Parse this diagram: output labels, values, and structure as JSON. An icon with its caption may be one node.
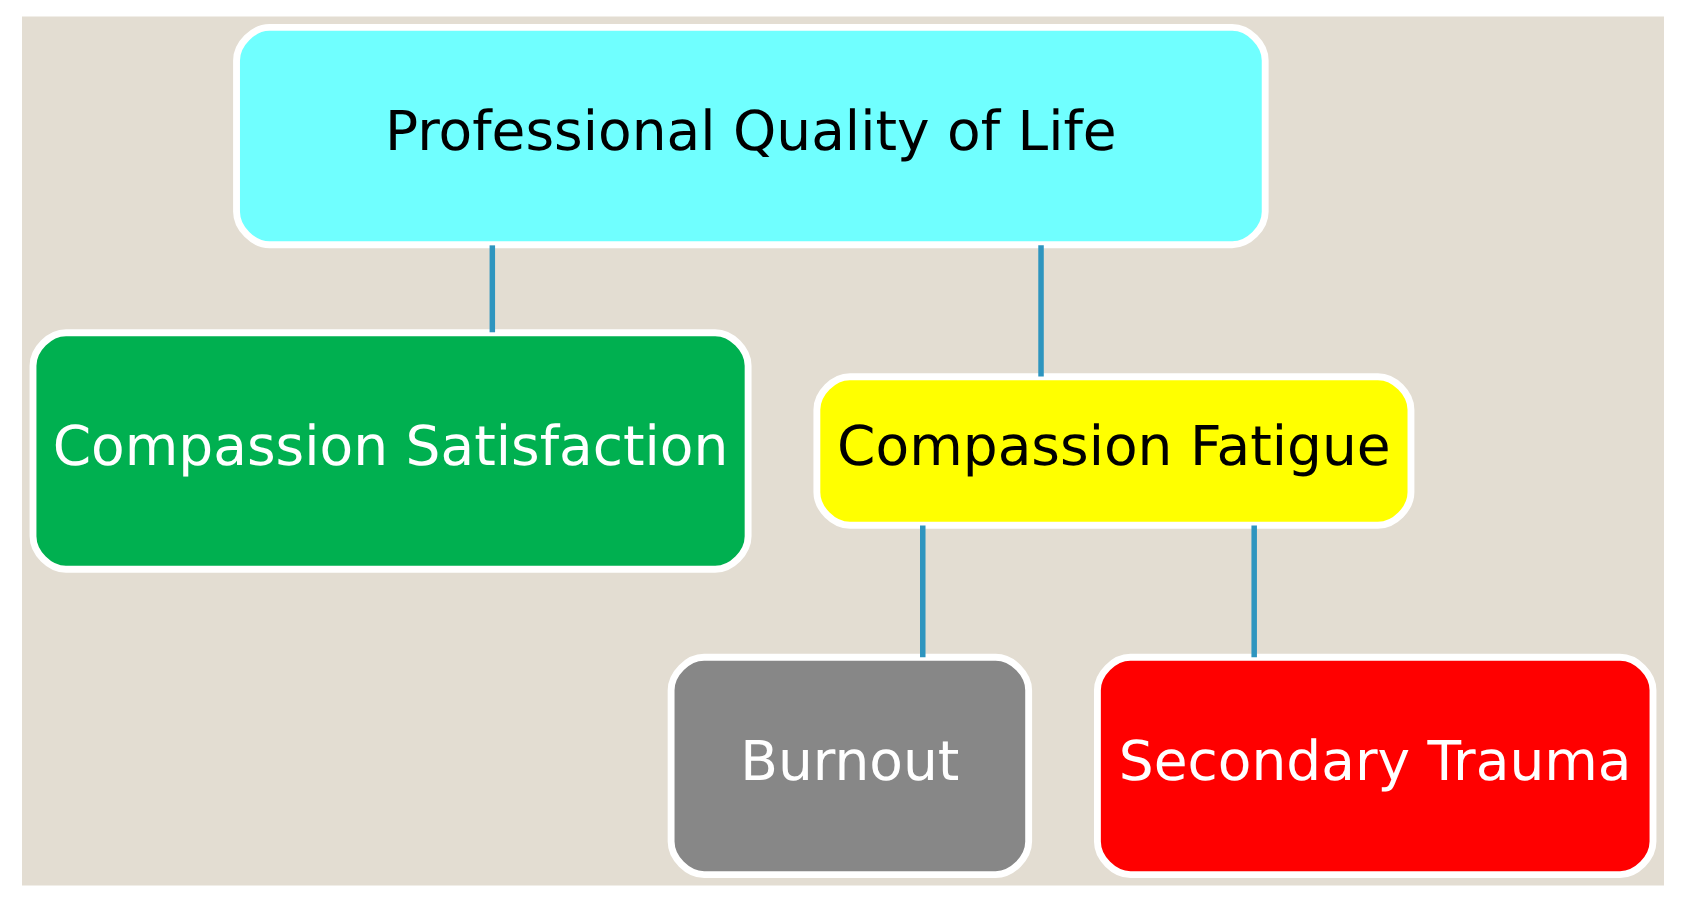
{
  "diagram": {
    "nodes": [
      {
        "text": [
          "Professional Quality of Life"
        ]
      },
      {
        "text": [
          "Compassion Satisfaction"
        ]
      },
      {
        "text": [
          "Compassion Fatigue"
        ]
      },
      {
        "text": [
          "Burnout"
        ]
      },
      {
        "text": [
          "Secondary Trauma"
        ]
      }
    ],
    "edges": [
      {
        "from": 0,
        "to": 1,
        "arrow": "none"
      },
      {
        "from": 0,
        "to": 2,
        "arrow": "none"
      },
      {
        "from": 2,
        "to": 3,
        "arrow": "none"
      },
      {
        "from": 2,
        "to": 4,
        "arrow": "none"
      }
    ]
  }
}
